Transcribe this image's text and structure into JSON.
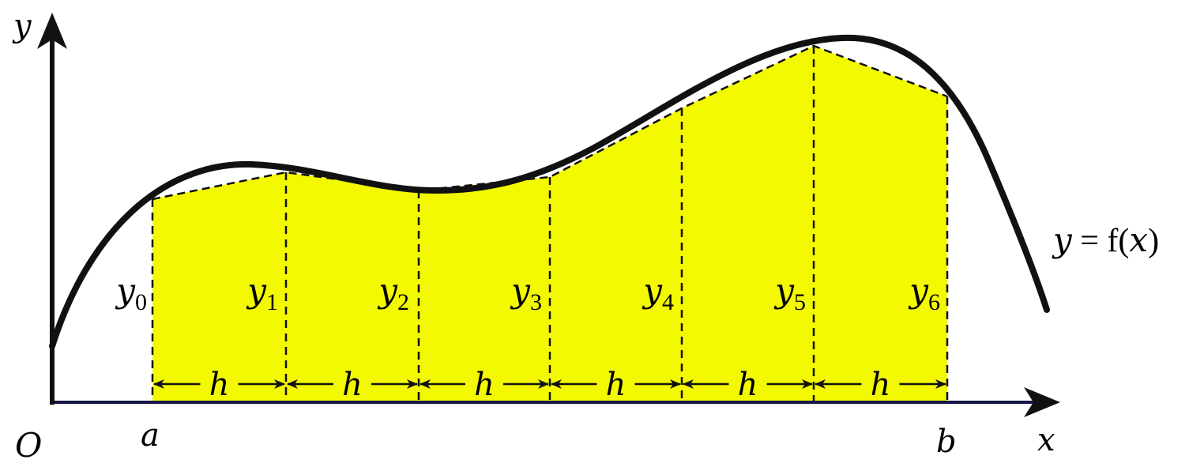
{
  "colors": {
    "fill": "#f3f900",
    "curve": "#111111",
    "axis": "#111111",
    "x_axis_line": "#16164a",
    "dashed": "#111111",
    "background": "#ffffff"
  },
  "axes": {
    "y_label": "y",
    "x_label": "x",
    "origin_label": "O"
  },
  "bounds": {
    "a_label": "a",
    "b_label": "b"
  },
  "function_label": {
    "y": "y",
    "equals": " = ",
    "f": "f(",
    "x": "x",
    "close": ")"
  },
  "ordinates": [
    {
      "base": "y",
      "sub": "0"
    },
    {
      "base": "y",
      "sub": "1"
    },
    {
      "base": "y",
      "sub": "2"
    },
    {
      "base": "y",
      "sub": "3"
    },
    {
      "base": "y",
      "sub": "4"
    },
    {
      "base": "y",
      "sub": "5"
    },
    {
      "base": "y",
      "sub": "6"
    }
  ],
  "intervals": [
    {
      "label": "h"
    },
    {
      "label": "h"
    },
    {
      "label": "h"
    },
    {
      "label": "h"
    },
    {
      "label": "h"
    },
    {
      "label": "h"
    }
  ]
}
